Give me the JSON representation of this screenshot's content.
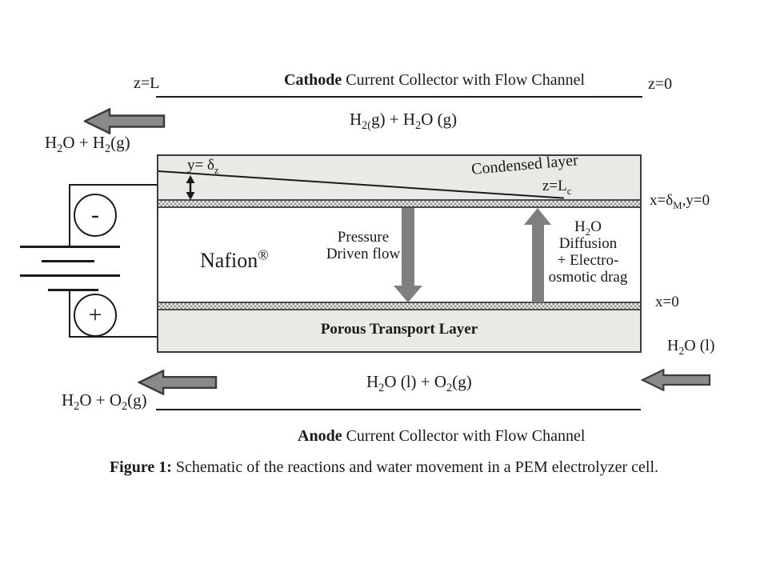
{
  "figure": {
    "caption_bold": "Figure 1:",
    "caption_rest": " Schematic of the reactions and water movement in a PEM electrolyzer cell."
  },
  "cathode_side": {
    "z_left": "z=L",
    "z_right": "z=0",
    "collector_bold": "Cathode",
    "collector_rest": " Current Collector with Flow Channel",
    "channel_gas": [
      {
        "t": "H"
      },
      {
        "t": "2(",
        "sub": true
      },
      {
        "t": "g) + H"
      },
      {
        "t": "2",
        "sub": true
      },
      {
        "t": "O (g)"
      }
    ],
    "outflow": [
      {
        "t": "H"
      },
      {
        "t": "2",
        "sub": true
      },
      {
        "t": "O + H"
      },
      {
        "t": "2",
        "sub": true
      },
      {
        "t": "(g)"
      }
    ]
  },
  "anode_side": {
    "collector_bold": "Anode",
    "collector_rest": " Current Collector with Flow Channel",
    "channel_liquid": [
      {
        "t": "H"
      },
      {
        "t": "2",
        "sub": true
      },
      {
        "t": "O (l) + O"
      },
      {
        "t": "2",
        "sub": true
      },
      {
        "t": "(g)"
      }
    ],
    "outflow": [
      {
        "t": "H"
      },
      {
        "t": "2",
        "sub": true
      },
      {
        "t": "O + O"
      },
      {
        "t": "2",
        "sub": true
      },
      {
        "t": "(g)"
      }
    ],
    "feed_water": [
      {
        "t": "H"
      },
      {
        "t": "2",
        "sub": true
      },
      {
        "t": "O (l)"
      }
    ]
  },
  "cell": {
    "condensed_layer_label": "Condensed layer",
    "film_thickness": [
      {
        "t": "y= δ"
      },
      {
        "t": "z",
        "sub": true
      }
    ],
    "z_lc": [
      {
        "t": "z=L"
      },
      {
        "t": "c",
        "sub": true
      }
    ],
    "membrane": [
      {
        "t": "Nafion"
      },
      {
        "t": "®",
        "sup": true
      }
    ],
    "pressure_flow": [
      "Pressure",
      "Driven flow"
    ],
    "diffusion_lines": [
      [
        {
          "t": "H"
        },
        {
          "t": "2",
          "sub": true
        },
        {
          "t": "O"
        }
      ],
      [
        {
          "t": "Diffusion"
        }
      ],
      [
        {
          "t": "+ Electro-"
        }
      ],
      [
        {
          "t": "osmotic drag"
        }
      ]
    ],
    "ptl_label": "Porous Transport Layer",
    "x_top": [
      {
        "t": "x=δ"
      },
      {
        "t": "M",
        "sub": true
      },
      {
        "t": ",y=0"
      }
    ],
    "x_bottom": "x=0"
  },
  "battery": {
    "negative": "-",
    "positive": "+"
  },
  "colors": {
    "block_arrow_fill": "#8a8a8a",
    "block_arrow_border": "#3b3b3b",
    "flow_arrow_gray": "#7f7f7f",
    "layer_fill": "#e9e9e6",
    "line_color": "#1a1a1a"
  }
}
